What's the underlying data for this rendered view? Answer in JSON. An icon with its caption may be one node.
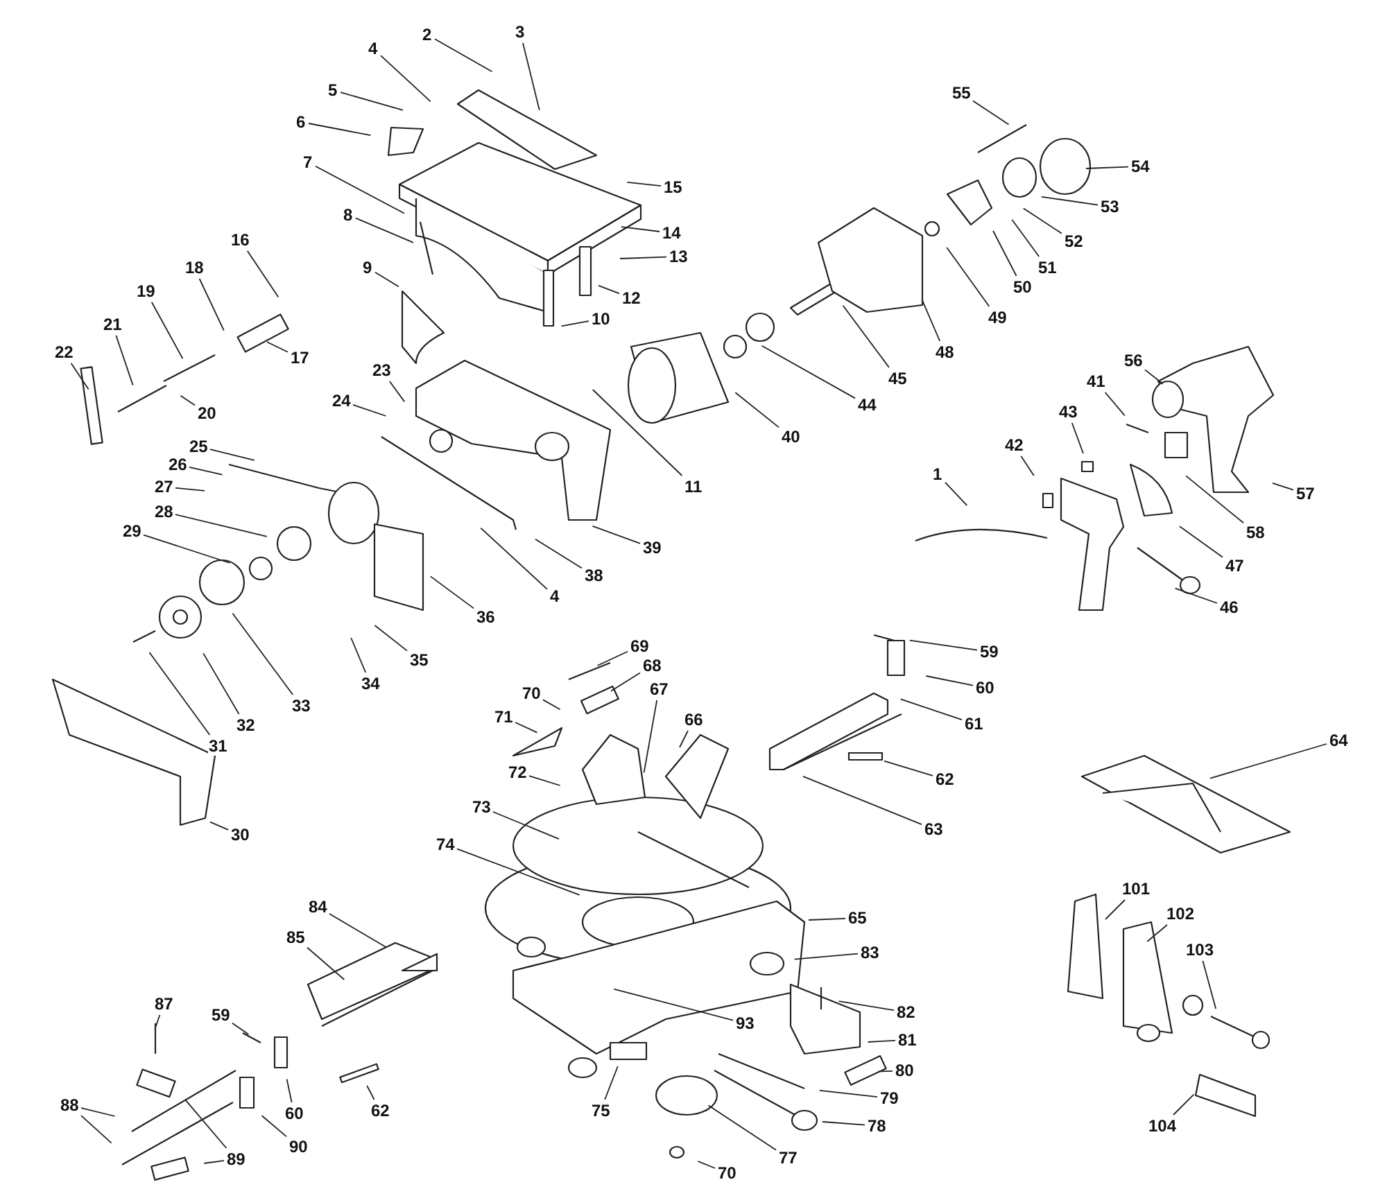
{
  "diagram": {
    "nodes": [
      {
        "text": [
          "2"
        ]
      },
      {
        "text": [
          "3"
        ]
      },
      {
        "text": [
          "4"
        ]
      },
      {
        "text": [
          "5"
        ]
      },
      {
        "text": [
          "6"
        ]
      },
      {
        "text": [
          "55"
        ]
      },
      {
        "text": [
          "7"
        ]
      },
      {
        "text": [
          "15"
        ]
      },
      {
        "text": [
          "54"
        ]
      },
      {
        "text": [
          "53"
        ]
      },
      {
        "text": [
          "8"
        ]
      },
      {
        "text": [
          "14"
        ]
      },
      {
        "text": [
          "52"
        ]
      },
      {
        "text": [
          "16"
        ]
      },
      {
        "text": [
          "13"
        ]
      },
      {
        "text": [
          "18"
        ]
      },
      {
        "text": [
          "51"
        ]
      },
      {
        "text": [
          "19"
        ]
      },
      {
        "text": [
          "50"
        ]
      },
      {
        "text": [
          "9"
        ]
      },
      {
        "text": [
          "12"
        ]
      },
      {
        "text": [
          "49"
        ]
      },
      {
        "text": [
          "48"
        ]
      },
      {
        "text": [
          "10"
        ]
      },
      {
        "text": [
          "21"
        ]
      },
      {
        "text": [
          "22"
        ]
      },
      {
        "text": [
          "17"
        ]
      },
      {
        "text": [
          "45"
        ]
      },
      {
        "text": [
          "20"
        ]
      },
      {
        "text": [
          "23"
        ]
      },
      {
        "text": [
          "44"
        ]
      },
      {
        "text": [
          "56"
        ]
      },
      {
        "text": [
          "24"
        ]
      },
      {
        "text": [
          "41"
        ]
      },
      {
        "text": [
          "40"
        ]
      },
      {
        "text": [
          "43"
        ]
      },
      {
        "text": [
          "11"
        ]
      },
      {
        "text": [
          "25"
        ]
      },
      {
        "text": [
          "26"
        ]
      },
      {
        "text": [
          "27"
        ]
      },
      {
        "text": [
          "1"
        ]
      },
      {
        "text": [
          "42"
        ]
      },
      {
        "text": [
          "57"
        ]
      },
      {
        "text": [
          "58"
        ]
      },
      {
        "text": [
          "28"
        ]
      },
      {
        "text": [
          "38"
        ]
      },
      {
        "text": [
          "39"
        ]
      },
      {
        "text": [
          "4"
        ]
      },
      {
        "text": [
          "29"
        ]
      },
      {
        "text": [
          "47"
        ]
      },
      {
        "text": [
          "36"
        ]
      },
      {
        "text": [
          "46"
        ]
      },
      {
        "text": [
          "33"
        ]
      },
      {
        "text": [
          "35"
        ]
      },
      {
        "text": [
          "34"
        ]
      },
      {
        "text": [
          "32"
        ]
      },
      {
        "text": [
          "31"
        ]
      },
      {
        "text": [
          "30"
        ]
      },
      {
        "text": [
          "69"
        ]
      },
      {
        "text": [
          "59"
        ]
      },
      {
        "text": [
          "68"
        ]
      },
      {
        "text": [
          "60"
        ]
      },
      {
        "text": [
          "67"
        ]
      },
      {
        "text": [
          "70"
        ]
      },
      {
        "text": [
          "66"
        ]
      },
      {
        "text": [
          "71"
        ]
      },
      {
        "text": [
          "61"
        ]
      },
      {
        "text": [
          "62"
        ]
      },
      {
        "text": [
          "64"
        ]
      },
      {
        "text": [
          "72"
        ]
      },
      {
        "text": [
          "63"
        ]
      },
      {
        "text": [
          "73"
        ]
      },
      {
        "text": [
          "74"
        ]
      },
      {
        "text": [
          "101"
        ]
      },
      {
        "text": [
          "102"
        ]
      },
      {
        "text": [
          "65"
        ]
      },
      {
        "text": [
          "84"
        ]
      },
      {
        "text": [
          "103"
        ]
      },
      {
        "text": [
          "85"
        ]
      },
      {
        "text": [
          "83"
        ]
      },
      {
        "text": [
          "87"
        ]
      },
      {
        "text": [
          "82"
        ]
      },
      {
        "text": [
          "59"
        ]
      },
      {
        "text": [
          "93"
        ]
      },
      {
        "text": [
          "81"
        ]
      },
      {
        "text": [
          "80"
        ]
      },
      {
        "text": [
          "88"
        ]
      },
      {
        "text": [
          "60"
        ]
      },
      {
        "text": [
          "62"
        ]
      },
      {
        "text": [
          "75"
        ]
      },
      {
        "text": [
          "79"
        ]
      },
      {
        "text": [
          "90"
        ]
      },
      {
        "text": [
          "89"
        ]
      },
      {
        "text": [
          "78"
        ]
      },
      {
        "text": [
          "104"
        ]
      },
      {
        "text": [
          "77"
        ]
      },
      {
        "text": [
          "70"
        ]
      }
    ],
    "edges": [
      {
        "from": 0,
        "to": null,
        "arrow": "none"
      },
      {
        "from": 1,
        "to": null,
        "arrow": "none"
      },
      {
        "from": 2,
        "to": null,
        "arrow": "none"
      },
      {
        "from": 3,
        "to": null,
        "arrow": "none"
      },
      {
        "from": 4,
        "to": null,
        "arrow": "none"
      },
      {
        "from": 5,
        "to": null,
        "arrow": "none"
      },
      {
        "from": 6,
        "to": null,
        "arrow": "none"
      },
      {
        "from": 7,
        "to": null,
        "arrow": "none"
      },
      {
        "from": 8,
        "to": null,
        "arrow": "none"
      },
      {
        "from": 9,
        "to": null,
        "arrow": "none"
      },
      {
        "from": 10,
        "to": null,
        "arrow": "none"
      },
      {
        "from": 11,
        "to": null,
        "arrow": "none"
      },
      {
        "from": 12,
        "to": null,
        "arrow": "none"
      },
      {
        "from": 13,
        "to": null,
        "arrow": "none"
      },
      {
        "from": 14,
        "to": null,
        "arrow": "none"
      },
      {
        "from": 15,
        "to": null,
        "arrow": "none"
      },
      {
        "from": 16,
        "to": null,
        "arrow": "none"
      },
      {
        "from": 17,
        "to": null,
        "arrow": "none"
      },
      {
        "from": 18,
        "to": null,
        "arrow": "none"
      },
      {
        "from": 19,
        "to": null,
        "arrow": "none"
      },
      {
        "from": 20,
        "to": null,
        "arrow": "none"
      },
      {
        "from": 21,
        "to": null,
        "arrow": "none"
      },
      {
        "from": 22,
        "to": null,
        "arrow": "none"
      },
      {
        "from": 23,
        "to": null,
        "arrow": "none"
      },
      {
        "from": 24,
        "to": null,
        "arrow": "none"
      },
      {
        "from": 25,
        "to": null,
        "arrow": "none"
      },
      {
        "from": 26,
        "to": null,
        "arrow": "none"
      },
      {
        "from": 27,
        "to": null,
        "arrow": "none"
      },
      {
        "from": 28,
        "to": null,
        "arrow": "none"
      },
      {
        "from": 29,
        "to": null,
        "arrow": "none"
      },
      {
        "from": 30,
        "to": null,
        "arrow": "none"
      },
      {
        "from": 31,
        "to": null,
        "arrow": "none"
      },
      {
        "from": 32,
        "to": null,
        "arrow": "none"
      },
      {
        "from": 33,
        "to": null,
        "arrow": "none"
      },
      {
        "from": 34,
        "to": null,
        "arrow": "none"
      },
      {
        "from": 35,
        "to": null,
        "arrow": "none"
      },
      {
        "from": 36,
        "to": null,
        "arrow": "none"
      },
      {
        "from": 37,
        "to": null,
        "arrow": "none"
      },
      {
        "from": 38,
        "to": null,
        "arrow": "none"
      },
      {
        "from": 39,
        "to": null,
        "arrow": "none"
      },
      {
        "from": 40,
        "to": null,
        "arrow": "none"
      },
      {
        "from": 41,
        "to": null,
        "arrow": "none"
      },
      {
        "from": 42,
        "to": null,
        "arrow": "none"
      },
      {
        "from": 43,
        "to": null,
        "arrow": "none"
      },
      {
        "from": 44,
        "to": null,
        "arrow": "none"
      },
      {
        "from": 45,
        "to": null,
        "arrow": "none"
      },
      {
        "from": 46,
        "to": null,
        "arrow": "none"
      },
      {
        "from": 47,
        "to": null,
        "arrow": "none"
      },
      {
        "from": 48,
        "to": null,
        "arrow": "none"
      },
      {
        "from": 49,
        "to": null,
        "arrow": "none"
      },
      {
        "from": 50,
        "to": null,
        "arrow": "none"
      },
      {
        "from": 51,
        "to": null,
        "arrow": "none"
      },
      {
        "from": 52,
        "to": null,
        "arrow": "none"
      },
      {
        "from": 53,
        "to": null,
        "arrow": "none"
      },
      {
        "from": 54,
        "to": null,
        "arrow": "none"
      },
      {
        "from": 55,
        "to": null,
        "arrow": "none"
      },
      {
        "from": 56,
        "to": null,
        "arrow": "none"
      },
      {
        "from": 57,
        "to": null,
        "arrow": "none"
      },
      {
        "from": 58,
        "to": null,
        "arrow": "none"
      },
      {
        "from": 59,
        "to": null,
        "arrow": "none"
      },
      {
        "from": 60,
        "to": null,
        "arrow": "none"
      },
      {
        "from": 61,
        "to": null,
        "arrow": "none"
      },
      {
        "from": 62,
        "to": null,
        "arrow": "none"
      },
      {
        "from": 63,
        "to": null,
        "arrow": "none"
      },
      {
        "from": 64,
        "to": null,
        "arrow": "none"
      },
      {
        "from": 65,
        "to": null,
        "arrow": "none"
      },
      {
        "from": 66,
        "to": null,
        "arrow": "none"
      },
      {
        "from": 67,
        "to": null,
        "arrow": "none"
      },
      {
        "from": 68,
        "to": null,
        "arrow": "none"
      },
      {
        "from": 69,
        "to": null,
        "arrow": "none"
      },
      {
        "from": 70,
        "to": null,
        "arrow": "none"
      },
      {
        "from": 71,
        "to": null,
        "arrow": "none"
      },
      {
        "from": 72,
        "to": null,
        "arrow": "none"
      },
      {
        "from": 73,
        "to": null,
        "arrow": "none"
      },
      {
        "from": 74,
        "to": null,
        "arrow": "none"
      },
      {
        "from": 75,
        "to": null,
        "arrow": "none"
      },
      {
        "from": 76,
        "to": null,
        "arrow": "none"
      },
      {
        "from": 77,
        "to": null,
        "arrow": "none"
      },
      {
        "from": 78,
        "to": null,
        "arrow": "none"
      },
      {
        "from": 79,
        "to": null,
        "arrow": "none"
      },
      {
        "from": 80,
        "to": null,
        "arrow": "none"
      },
      {
        "from": 81,
        "to": null,
        "arrow": "none"
      },
      {
        "from": 82,
        "to": null,
        "arrow": "none"
      },
      {
        "from": 83,
        "to": null,
        "arrow": "none"
      },
      {
        "from": 84,
        "to": null,
        "arrow": "none"
      },
      {
        "from": 85,
        "to": null,
        "arrow": "none"
      },
      {
        "from": 86,
        "to": null,
        "arrow": "none"
      },
      {
        "from": 86,
        "to": null,
        "arrow": "none"
      },
      {
        "from": 87,
        "to": null,
        "arrow": "none"
      },
      {
        "from": 88,
        "to": null,
        "arrow": "none"
      },
      {
        "from": 89,
        "to": null,
        "arrow": "none"
      },
      {
        "from": 90,
        "to": null,
        "arrow": "none"
      },
      {
        "from": 91,
        "to": null,
        "arrow": "none"
      },
      {
        "from": 92,
        "to": null,
        "arrow": "none"
      },
      {
        "from": 92,
        "to": null,
        "arrow": "none"
      },
      {
        "from": 93,
        "to": null,
        "arrow": "none"
      },
      {
        "from": 94,
        "to": null,
        "arrow": "none"
      },
      {
        "from": 95,
        "to": null,
        "arrow": "none"
      },
      {
        "from": 96,
        "to": null,
        "arrow": "none"
      }
    ]
  }
}
